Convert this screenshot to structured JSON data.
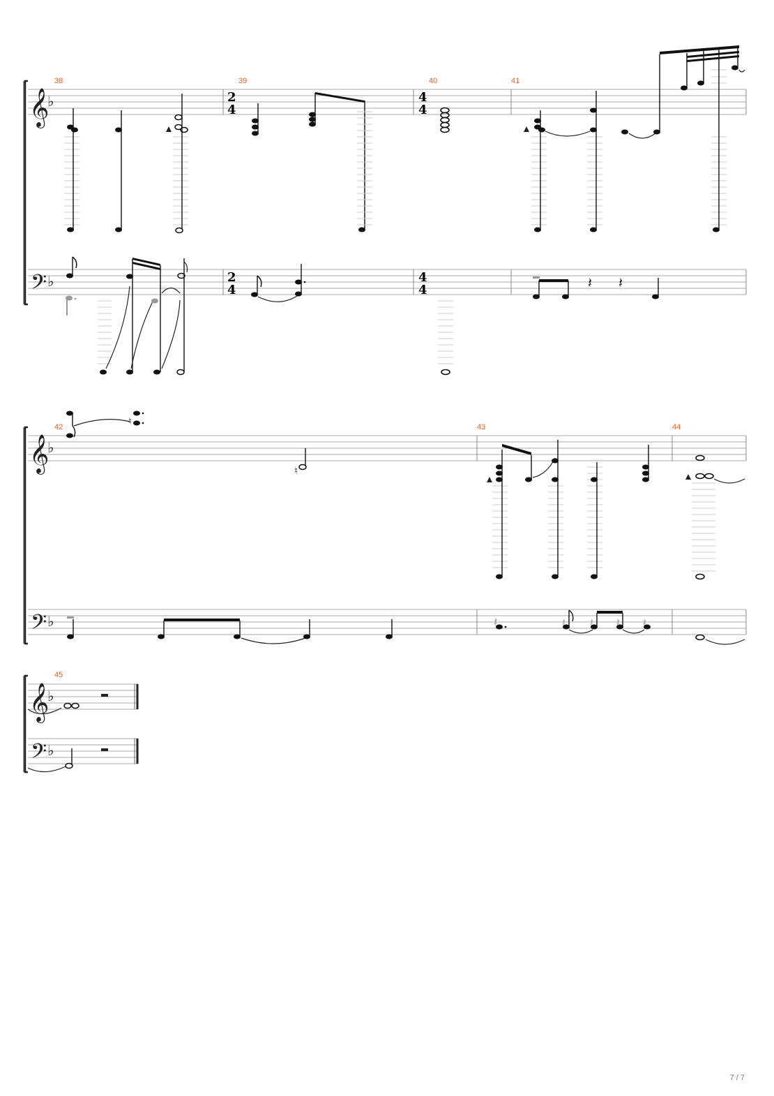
{
  "page": {
    "number_label": "7 / 7"
  },
  "key_signature": "F major (1 flat)",
  "systems": [
    {
      "measures": [
        "38",
        "39",
        "40",
        "41"
      ],
      "time_signatures": [
        "2/4",
        "4/4"
      ]
    },
    {
      "measures": [
        "42",
        "43",
        "44"
      ]
    },
    {
      "measures": [
        "45"
      ]
    }
  ],
  "time_sig": {
    "a_top": "2",
    "a_bot": "4",
    "b_top": "4",
    "b_bot": "4"
  }
}
